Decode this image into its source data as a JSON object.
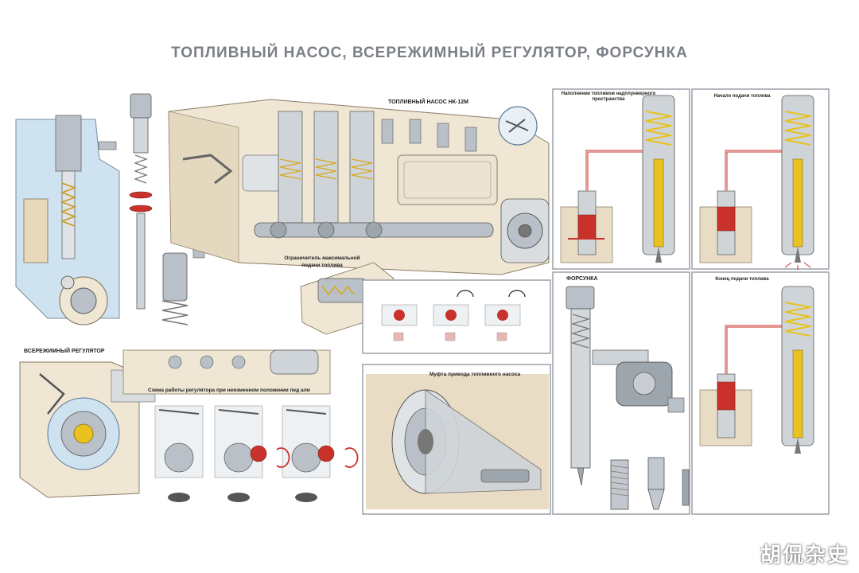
{
  "poster": {
    "title": "ТОПЛИВНЫЙ НАСОС, ВСЕРЕЖИМНЫЙ РЕГУЛЯТОР, ФОРСУНКА"
  },
  "sections": {
    "pump": "ТОПЛИВНЫЙ НАСОС НК-12М",
    "limiter": "Ограничитель максимальной подачи топлива",
    "governor": "ВСЕРЕЖИМНЫЙ РЕГУЛЯТОР",
    "governor_scheme": "Схема работы регулятора при неизменном положении пед али",
    "coupling": "Муфта привода топливного насоса",
    "injector": "ФОРСУНКА"
  },
  "phases": {
    "fill": "Наполнение топливом надплунжерного пространства",
    "start": "Начало подачи топлива",
    "end": "Конец подачи топлива"
  },
  "watermark": "胡侃杂史",
  "colors": {
    "background": "#ffffff",
    "title": "#7b7f86",
    "housing": "#efe6d3",
    "metal": "#b9c0c7",
    "fuel_red": "#c8322a",
    "spring_yellow": "#e9c21f",
    "panel_border": "#9aa1a8",
    "cutaway_blue": "#cfe2ef"
  }
}
